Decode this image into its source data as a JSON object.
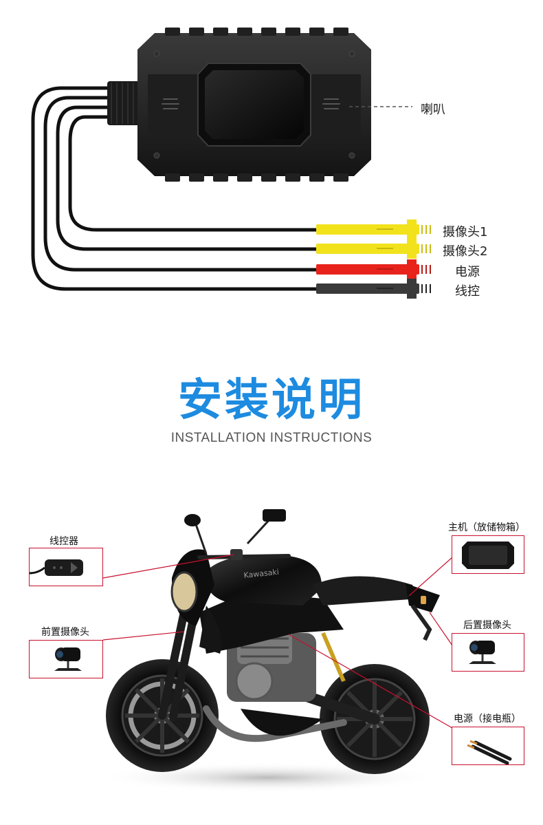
{
  "device_diagram": {
    "speaker_label": "喇叭",
    "wires": [
      {
        "label": "摄像头1",
        "color": "#f2e21c"
      },
      {
        "label": "摄像头2",
        "color": "#f2e21c"
      },
      {
        "label": "电源",
        "color": "#e8231c"
      },
      {
        "label": "线控",
        "color": "#3a3a3a"
      }
    ]
  },
  "section": {
    "title": "安装说明",
    "subtitle": "INSTALLATION INSTRUCTIONS",
    "title_color": "#1d8be0"
  },
  "install_diagram": {
    "callouts": {
      "wire_control": "线控器",
      "front_camera": "前置摄像头",
      "main_unit": "主机（放储物箱）",
      "rear_camera": "后置摄像头",
      "power": "电源（接电瓶）"
    },
    "accent_color": "#c8102e"
  }
}
